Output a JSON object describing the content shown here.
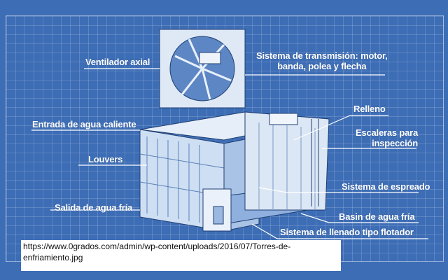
{
  "labels": {
    "fan": "Ventilador axial",
    "transmission_line1": "Sistema de transmisión: motor,",
    "transmission_line2": "banda, polea  y flecha",
    "hot_water": "Entrada de agua caliente",
    "fill": "Relleno",
    "stairs_line1": "Escaleras para",
    "stairs_line2": "inspección",
    "louvers": "Louvers",
    "spray": "Sistema de espreado",
    "cold_water_out": "Salida de agua fría",
    "basin": "Basin de agua fría",
    "float": "Sistema de llenado tipo flotador"
  },
  "caption": "https://www.0grados.com/admin/wp-content/uploads/2016/07/Torres-de-enfriamiento.jpg",
  "colors": {
    "background": "#3d6db5",
    "grid": "#6f95cf",
    "label": "#ffffff"
  }
}
